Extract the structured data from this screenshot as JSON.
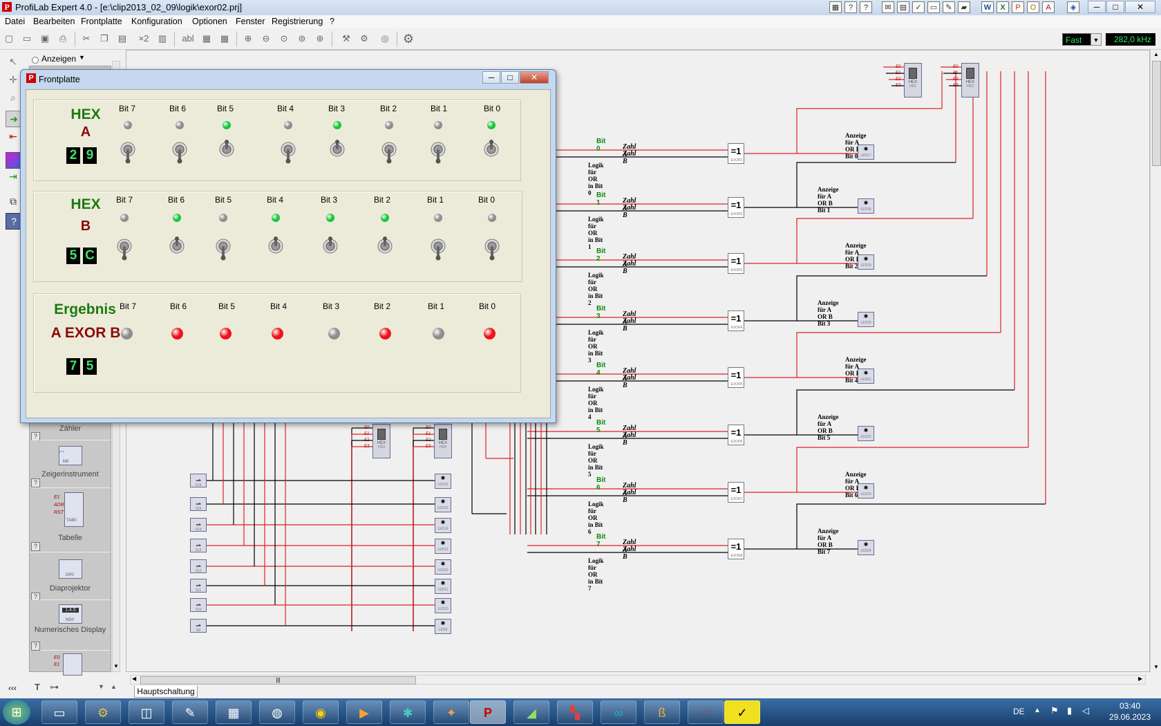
{
  "window": {
    "title": "ProfiLab Expert 4.0 - [e:\\clip2013_02_09\\logik\\exor02.prj]",
    "minimize": "─",
    "maximize": "□",
    "close": "✕"
  },
  "menu": [
    "Datei",
    "Bearbeiten",
    "Frontplatte",
    "Konfiguration",
    "Optionen",
    "Fenster",
    "Registrierung",
    "?"
  ],
  "toolbar": {
    "x2_label": "×2",
    "ab_label": "abl",
    "speed_value": "Fast",
    "freq_value": "282,0 kHz"
  },
  "comp_panel": {
    "view_label": "Anzeigen",
    "items": [
      "Zähler",
      "Zeigerinstrument",
      "Tabelle",
      "Diaprojektor",
      "Numerisches Display"
    ],
    "box_labels": [
      "M0",
      "TAB0",
      "DP0",
      "ND0"
    ],
    "numeric_value": "1.4.5"
  },
  "front_panel": {
    "title": "Frontplatte",
    "bit_labels": [
      "Bit 7",
      "Bit 6",
      "Bit 5",
      "Bit 4",
      "Bit 3",
      "Bit 2",
      "Bit 1",
      "Bit 0"
    ],
    "group_a": {
      "hex": "HEX",
      "name": "A",
      "digits": [
        "2",
        "9"
      ],
      "bits": [
        0,
        0,
        1,
        0,
        1,
        0,
        0,
        1
      ]
    },
    "group_b": {
      "hex": "HEX",
      "name": "B",
      "digits": [
        "5",
        "C"
      ],
      "bits": [
        0,
        1,
        0,
        1,
        1,
        1,
        0,
        0
      ]
    },
    "result": {
      "title": "Ergebnis",
      "subtitle": "A EXOR B",
      "digits": [
        "7",
        "5"
      ],
      "bits": [
        0,
        1,
        1,
        1,
        0,
        1,
        0,
        1
      ]
    },
    "colors": {
      "on_green": "#17c63c",
      "on_red": "#f0101a",
      "off": "#8d8d8d",
      "hex_green": "#1b7a10",
      "hex_red": "#8a0a0a"
    }
  },
  "schematic": {
    "bit_labels": [
      "Bit 0",
      "Bit 1",
      "Bit 2",
      "Bit 3",
      "Bit 4",
      "Bit 5",
      "Bit 6",
      "Bit 7"
    ],
    "in_a": "Zahl A",
    "in_b": "Zahl B",
    "logic_labels": [
      "Logik für OR in Bit 0",
      "Logik für OR in Bit 1",
      "Logik für OR in Bit 2",
      "Logik für OR in Bit 3",
      "Logik für OR in Bit 4",
      "Logik für OR in Bit 5",
      "Logik für OR in Bit 6",
      "Logik für OR in Bit 7"
    ],
    "display_labels": [
      "Anzeige für A OR B Bit 0",
      "Anzeige für A OR B Bit 1",
      "Anzeige für A OR B Bit 2",
      "Anzeige für A OR B Bit 3",
      "Anzeige für A OR B Bit 4",
      "Anzeige für A OR B Bit 5",
      "Anzeige für A OR B Bit 6",
      "Anzeige für A OR B Bit 7"
    ],
    "xor_symbol": "=1",
    "xor_names": [
      "EXOR1",
      "EXOR2",
      "EXOR3",
      "EXOR4",
      "EXOR5",
      "EXOR6",
      "EXOR7",
      "EXOR8"
    ],
    "led_names": [
      "LED17",
      "LED18",
      "LED19",
      "LED20",
      "LED21",
      "LED22",
      "LED23",
      "LED24"
    ],
    "hex_names": [
      "HD1",
      "HD2",
      "HD3",
      "HD4"
    ],
    "hex_text": "HEX",
    "hex_inputs": [
      "E0",
      "E1",
      "E2",
      "E3"
    ],
    "switch_names": [
      "S16",
      "S15",
      "S14",
      "S13",
      "S12",
      "S11",
      "S10",
      "S9"
    ],
    "lower_led_names": [
      "LED16",
      "LED15",
      "LED14",
      "LED13",
      "LED12",
      "LED11",
      "LED10",
      "LED9"
    ],
    "wire_red": "#e02020",
    "wire_black": "#000000"
  },
  "status": {
    "sheet_tab": "Hauptschaltung",
    "nav_left": "‹‹‹",
    "scroll_grip": "|||"
  },
  "taskbar": {
    "lang": "DE",
    "time": "03:40",
    "date": "29.06.2023"
  }
}
